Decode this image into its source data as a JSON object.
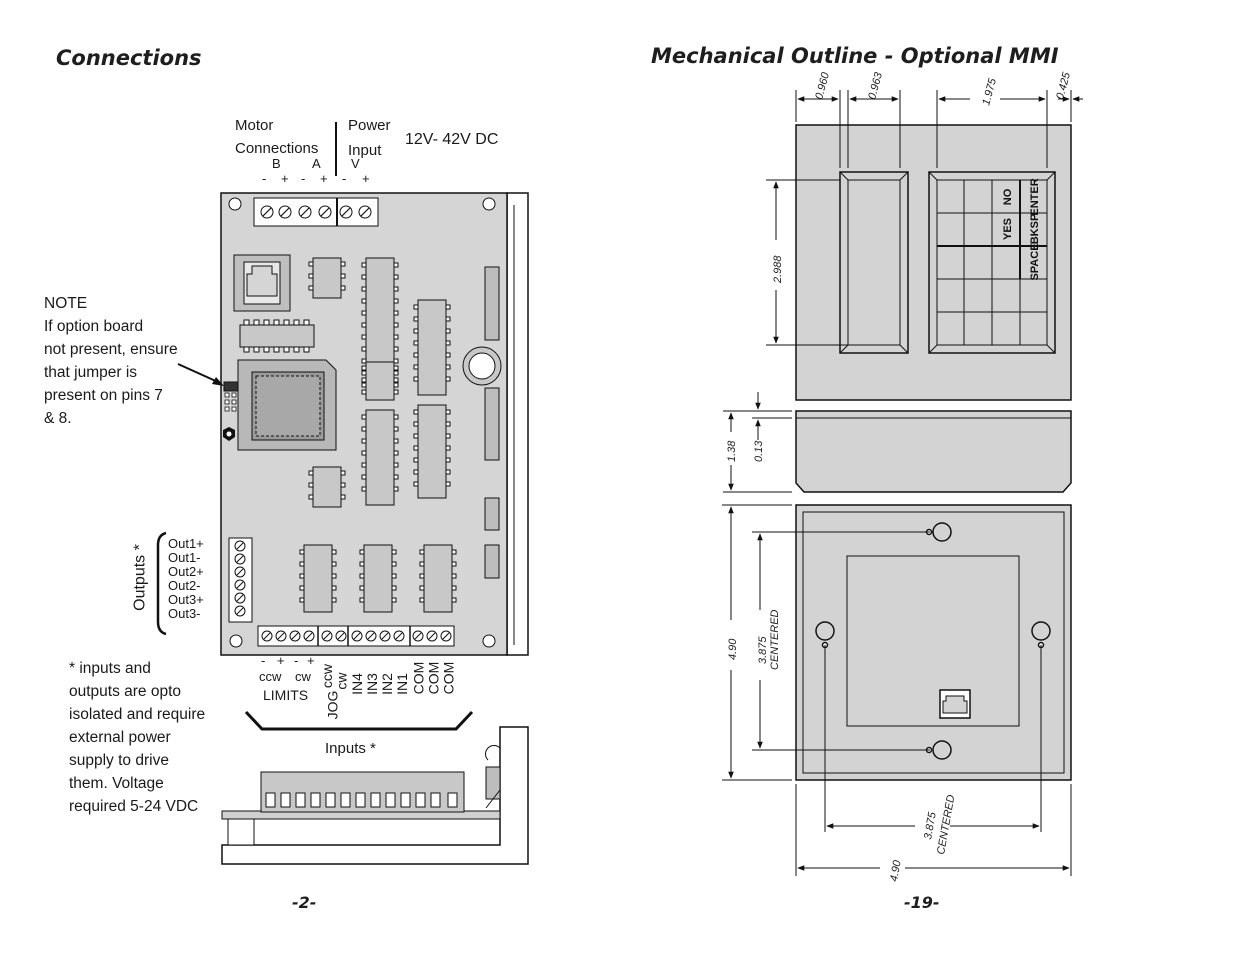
{
  "left_page": {
    "title": "Connections",
    "page_number": "-2-",
    "motor_label_1": "Motor",
    "motor_label_2": "Connections",
    "power_label_1": "Power",
    "power_label_2": "Input",
    "voltage_label": "12V- 42V DC",
    "terminal_letters": [
      "B",
      "A",
      "V"
    ],
    "top_signs": [
      "-",
      "+",
      "-",
      "+",
      "-",
      "+"
    ],
    "note_lines": [
      "NOTE",
      "If option board",
      "not present, ensure",
      "that jumper is",
      "present on pins 7",
      "& 8."
    ],
    "outputs_label": "Outputs *",
    "outputs": [
      "Out1+",
      "Out1-",
      "Out2+",
      "Out2-",
      "Out3+",
      "Out3-"
    ],
    "bottom_signs": [
      "-",
      "+",
      "-",
      "+"
    ],
    "ccw": "ccw",
    "cw": "cw",
    "limits": "LIMITS",
    "jog": "JOG",
    "vertical_inputs": [
      "ccw",
      "cw",
      "IN4",
      "IN3",
      "IN2",
      "IN1",
      "COM",
      "COM",
      "COM"
    ],
    "inputs_label": "Inputs  *",
    "footnote_lines": [
      "* inputs and",
      "outputs are opto",
      "isolated and require",
      "external power",
      "supply to drive",
      "them.  Voltage",
      "required 5-24 VDC"
    ]
  },
  "right_page": {
    "title": "Mechanical Outline - Optional MMI",
    "page_number": "-19-",
    "dims": {
      "d0960": "0.960",
      "d0963": "0.963",
      "d1975": "1.975",
      "d0425": "0.425",
      "d2988": "2.988",
      "d138": "1.38",
      "d013": "0.13",
      "d490_left": "4.90",
      "d3875_v": "3.875",
      "centered_v": "CENTERED",
      "d3875_h": "3.875",
      "centered_h": "CENTERED",
      "d490_bottom": "4.90"
    },
    "keys": {
      "no": "NO",
      "enter": "ENTER",
      "yes": "YES",
      "bksp": "BKSP",
      "space": "SPACE"
    }
  }
}
